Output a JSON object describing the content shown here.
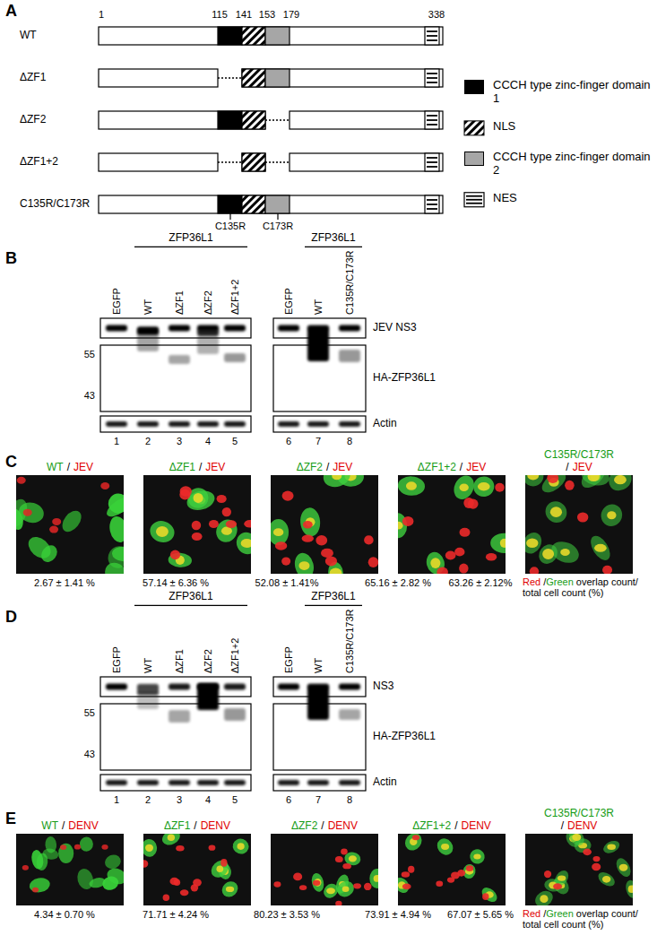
{
  "diagram": {
    "labels": [
      "A",
      "1",
      "115",
      "141",
      "153",
      "179",
      "338",
      "WT",
      "ΔZF1",
      "ΔZF2",
      "ΔZF1+2",
      "C135R/C173R",
      "C135R",
      "C173R",
      "B",
      "ZFP36L1",
      "ZFP36L1",
      "EGFP",
      "WT",
      "ΔZF1",
      "ΔZF2",
      "ΔZF1+2",
      "EGFP",
      "WT",
      "C135R/C173R",
      "55",
      "43",
      "JEV NS3",
      "HA-ZFP36L1",
      "Actin",
      "1",
      "2",
      "3",
      "4",
      "5",
      "6",
      "7",
      "8",
      "C",
      "WT",
      "/",
      "JEV",
      "ΔZF1",
      "/",
      "JEV",
      "ΔZF2",
      "/",
      "JEV",
      "ΔZF1+2",
      "/",
      "JEV",
      "C135R/C173R",
      "/",
      "JEV",
      "2.67 ± 1.41 %",
      "57.14 ± 6.36 %",
      "52.08 ± 1.41%",
      "65.16 ± 2.82 %",
      "63.26 ± 2.12%",
      "Red",
      "/",
      "Green",
      "overlap count/ total cell count (%)",
      "D",
      "ZFP36L1",
      "ZFP36L1",
      "EGFP",
      "WT",
      "ΔZF1",
      "ΔZF2",
      "ΔZF1+2",
      "EGFP",
      "WT",
      "C135R/C173R",
      "55",
      "43",
      "NS3",
      "HA-ZFP36L1",
      "Actin",
      "1",
      "2",
      "3",
      "4",
      "5",
      "6",
      "7",
      "8",
      "E",
      "WT",
      "/",
      "DENV",
      "ΔZF1",
      "/",
      "DENV",
      "ΔZF2",
      "/",
      "DENV",
      "ΔZF1+2",
      "/",
      "DENV",
      "C135R/C173R",
      "/",
      "DENV",
      "4.34 ± 0.70 %",
      "71.71 ± 4.24 %",
      "80.23 ± 3.53 %",
      "73.91 ± 4.94 %",
      "67.07 ± 5.65 %",
      "Red",
      "/",
      "Green",
      "overlap count/ total cell count (%)"
    ],
    "legend": [
      {
        "text": "CCCH type zinc-finger domain 1",
        "color": "#000000"
      },
      {
        "text": "NLS"
      },
      {
        "text": "CCCH type zinc-finger domain 2",
        "color": "#a6a6a6"
      },
      {
        "text": "NES"
      }
    ]
  }
}
